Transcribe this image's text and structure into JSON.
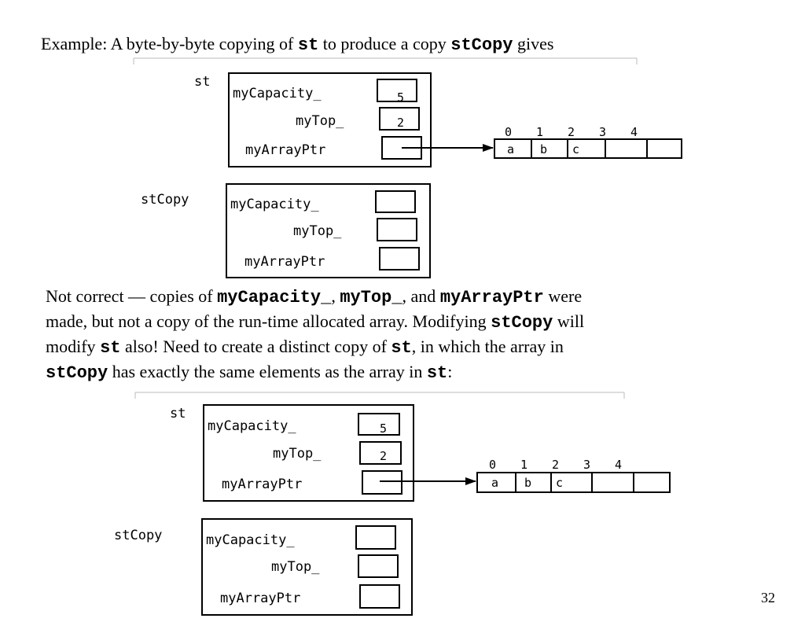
{
  "heading": {
    "prefix": "Example:  A byte-by-byte copying of ",
    "code1": "st",
    "middle": " to produce a copy  ",
    "code2": "stCopy",
    "suffix": " gives"
  },
  "paragraph": {
    "l1_text1": "Not correct — copies of ",
    "l1_code1": "myCapacity_",
    "l1_text2": ", ",
    "l1_code2": "myTop_",
    "l1_text3": ", and ",
    "l1_code3": "myArrayPtr",
    "l1_text4": " were",
    "l2_text1": "made, but not a copy of the run-time allocated array.  Modifying ",
    "l2_code1": "stCopy",
    "l2_text2": " will",
    "l3_text1": "modify ",
    "l3_code1": "st",
    "l3_text2": " also! Need to create a distinct copy of ",
    "l3_code2": "st",
    "l3_text3": ", in which the array in",
    "l4_code1": "stCopy",
    "l4_text1": " has exactly the same elements as the array in ",
    "l4_code2": "st",
    "l4_text2": ":"
  },
  "diagram1": {
    "st_label": "st",
    "stcopy_label": "stCopy",
    "field_capacity": "myCapacity_",
    "field_top": "myTop_",
    "field_arrayptr": "myArrayPtr",
    "st_capacity_value": "5",
    "st_top_value": "2",
    "indices": [
      "0",
      "1",
      "2",
      "3",
      "4"
    ],
    "array_values": [
      "a",
      "b",
      "c",
      "",
      ""
    ]
  },
  "diagram2": {
    "st_label": "st",
    "stcopy_label": "stCopy",
    "field_capacity": "myCapacity_",
    "field_top": "myTop_",
    "field_arrayptr": "myArrayPtr",
    "st_capacity_value": "5",
    "st_top_value": "2",
    "indices": [
      "0",
      "1",
      "2",
      "3",
      "4"
    ],
    "array_values": [
      "a",
      "b",
      "c",
      "",
      ""
    ]
  },
  "page_number": "32"
}
